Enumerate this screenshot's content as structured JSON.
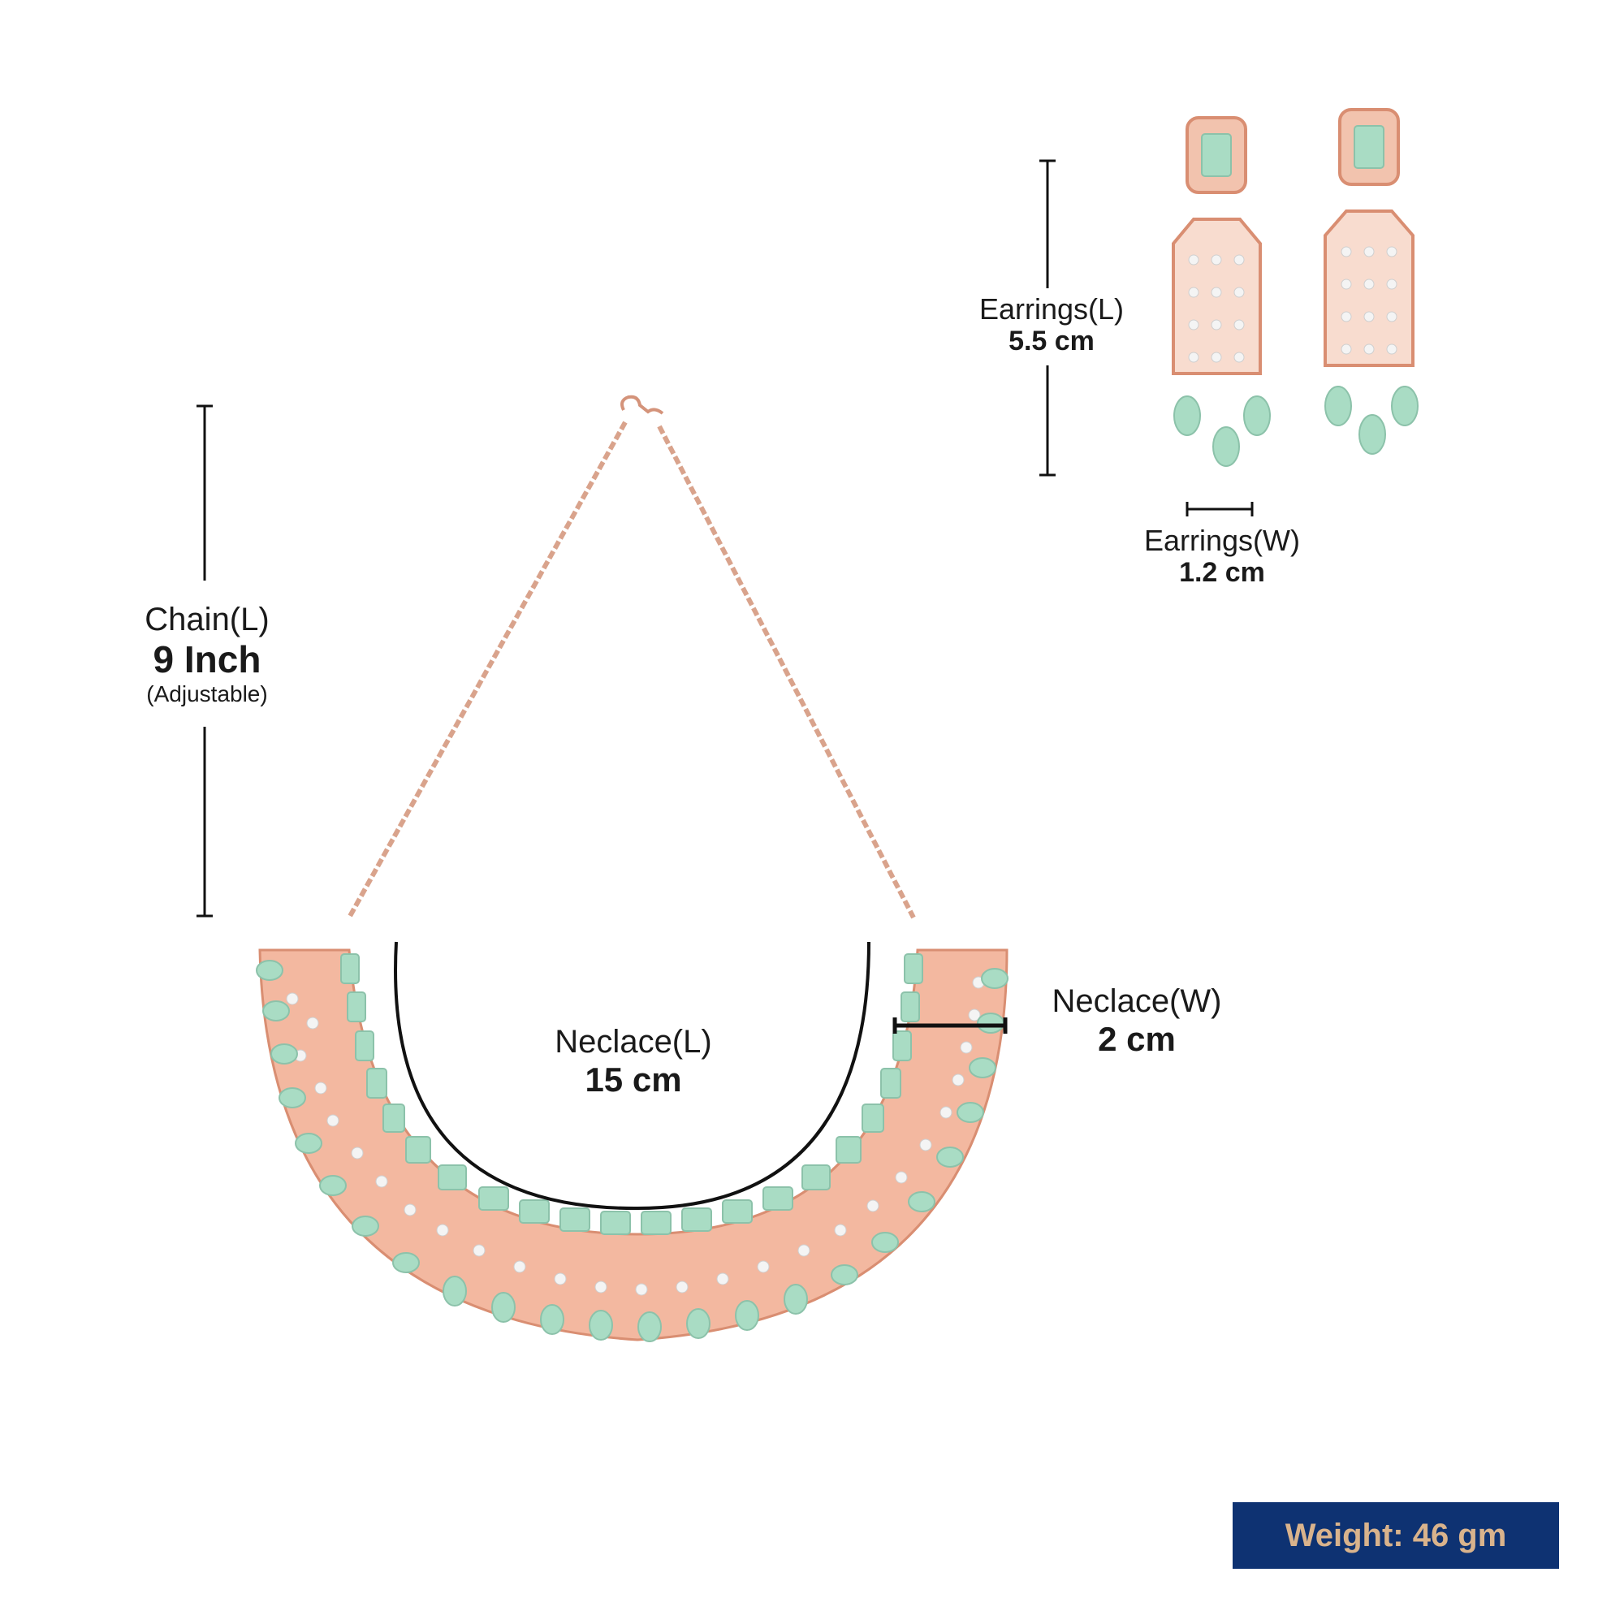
{
  "chain": {
    "name": "Chain(L)",
    "value": "9 Inch",
    "note": "(Adjustable)"
  },
  "earrings_length": {
    "name": "Earrings(L)",
    "value": "5.5 cm"
  },
  "earrings_width": {
    "name": "Earrings(W)",
    "value": "1.2 cm"
  },
  "necklace_length": {
    "name": "Neclace(L)",
    "value": "15 cm"
  },
  "necklace_width": {
    "name": "Neclace(W)",
    "value": "2 cm"
  },
  "weight": {
    "label": "Weight: 46 gm"
  },
  "colors": {
    "metal": "#e7a58a",
    "stone_green": "#a9dcc4",
    "crystal": "#f2f2f2",
    "badge_bg": "#0e3272",
    "badge_text": "#d9b38c"
  },
  "icons": [
    "necklace-image",
    "earrings-image"
  ]
}
